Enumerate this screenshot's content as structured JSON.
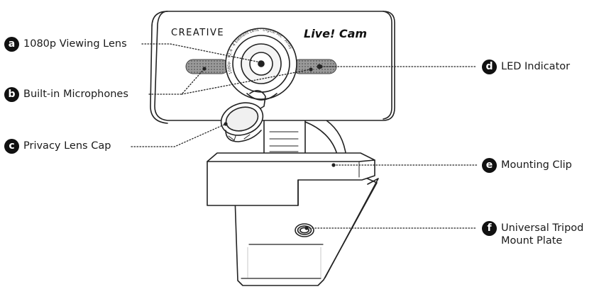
{
  "product": {
    "brand": "CREATIVE",
    "model": "Live! Cam",
    "lens_ring_text": "1080p · F2.4 · 4 Element Lens · Digital Mic · Array"
  },
  "callouts": [
    {
      "id": "a",
      "letter": "a",
      "text": "1080p Viewing Lens"
    },
    {
      "id": "b",
      "letter": "b",
      "text": "Built-in Microphones"
    },
    {
      "id": "c",
      "letter": "c",
      "text": "Privacy Lens Cap"
    },
    {
      "id": "d",
      "letter": "d",
      "text": "LED Indicator"
    },
    {
      "id": "e",
      "letter": "e",
      "text": "Mounting Clip"
    },
    {
      "id": "f",
      "letter": "f",
      "text": "Universal Tripod\nMount Plate"
    }
  ],
  "colors": {
    "line": "#222222",
    "badge": "#111111",
    "mic_grille": "#7a7a7a"
  }
}
